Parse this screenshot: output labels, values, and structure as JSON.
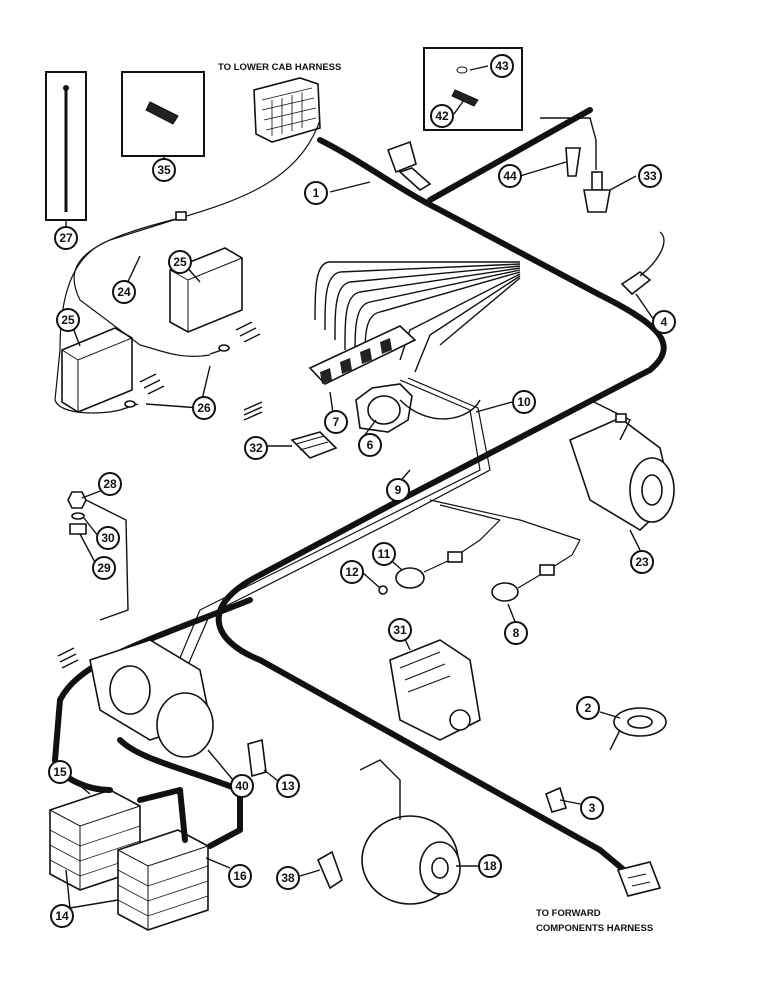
{
  "labels": {
    "top": "TO LOWER CAB HARNESS",
    "bottom_line1": "TO FORWARD",
    "bottom_line2": "COMPONENTS HARNESS"
  },
  "callouts": [
    "1",
    "2",
    "3",
    "4",
    "6",
    "7",
    "8",
    "9",
    "10",
    "11",
    "12",
    "13",
    "14",
    "15",
    "16",
    "18",
    "23",
    "24",
    "25",
    "25",
    "26",
    "27",
    "28",
    "29",
    "30",
    "31",
    "32",
    "33",
    "35",
    "38",
    "40",
    "42",
    "43",
    "44"
  ]
}
